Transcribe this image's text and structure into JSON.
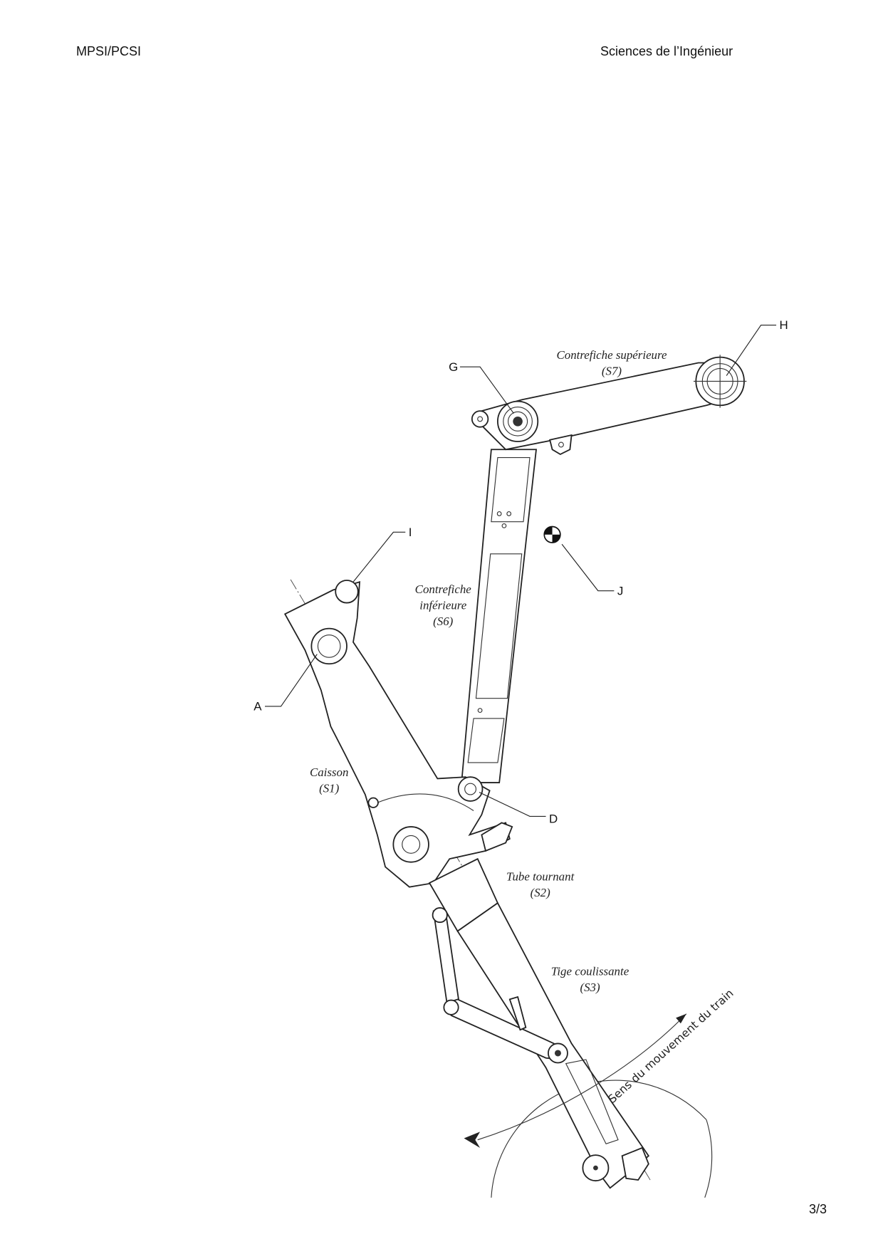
{
  "header": {
    "left": "MPSI/PCSI",
    "right": "Sciences de l’Ingénieur"
  },
  "footer": {
    "page": "3/3"
  },
  "figure": {
    "points": {
      "G": "G",
      "H": "H",
      "I": "I",
      "J": "J",
      "A": "A",
      "D": "D"
    },
    "parts": {
      "s7_name": "Contrefiche supérieure",
      "s7_id": "(S7)",
      "s6_name_1": "Contrefiche",
      "s6_name_2": "inférieure",
      "s6_id": "(S6)",
      "s1_name": "Caisson",
      "s1_id": "(S1)",
      "s2_name": "Tube tournant",
      "s2_id": "(S2)",
      "s3_name": "Tige coulissante",
      "s3_id": "(S3)"
    },
    "motion_label": "Sens du mouvement du train"
  }
}
